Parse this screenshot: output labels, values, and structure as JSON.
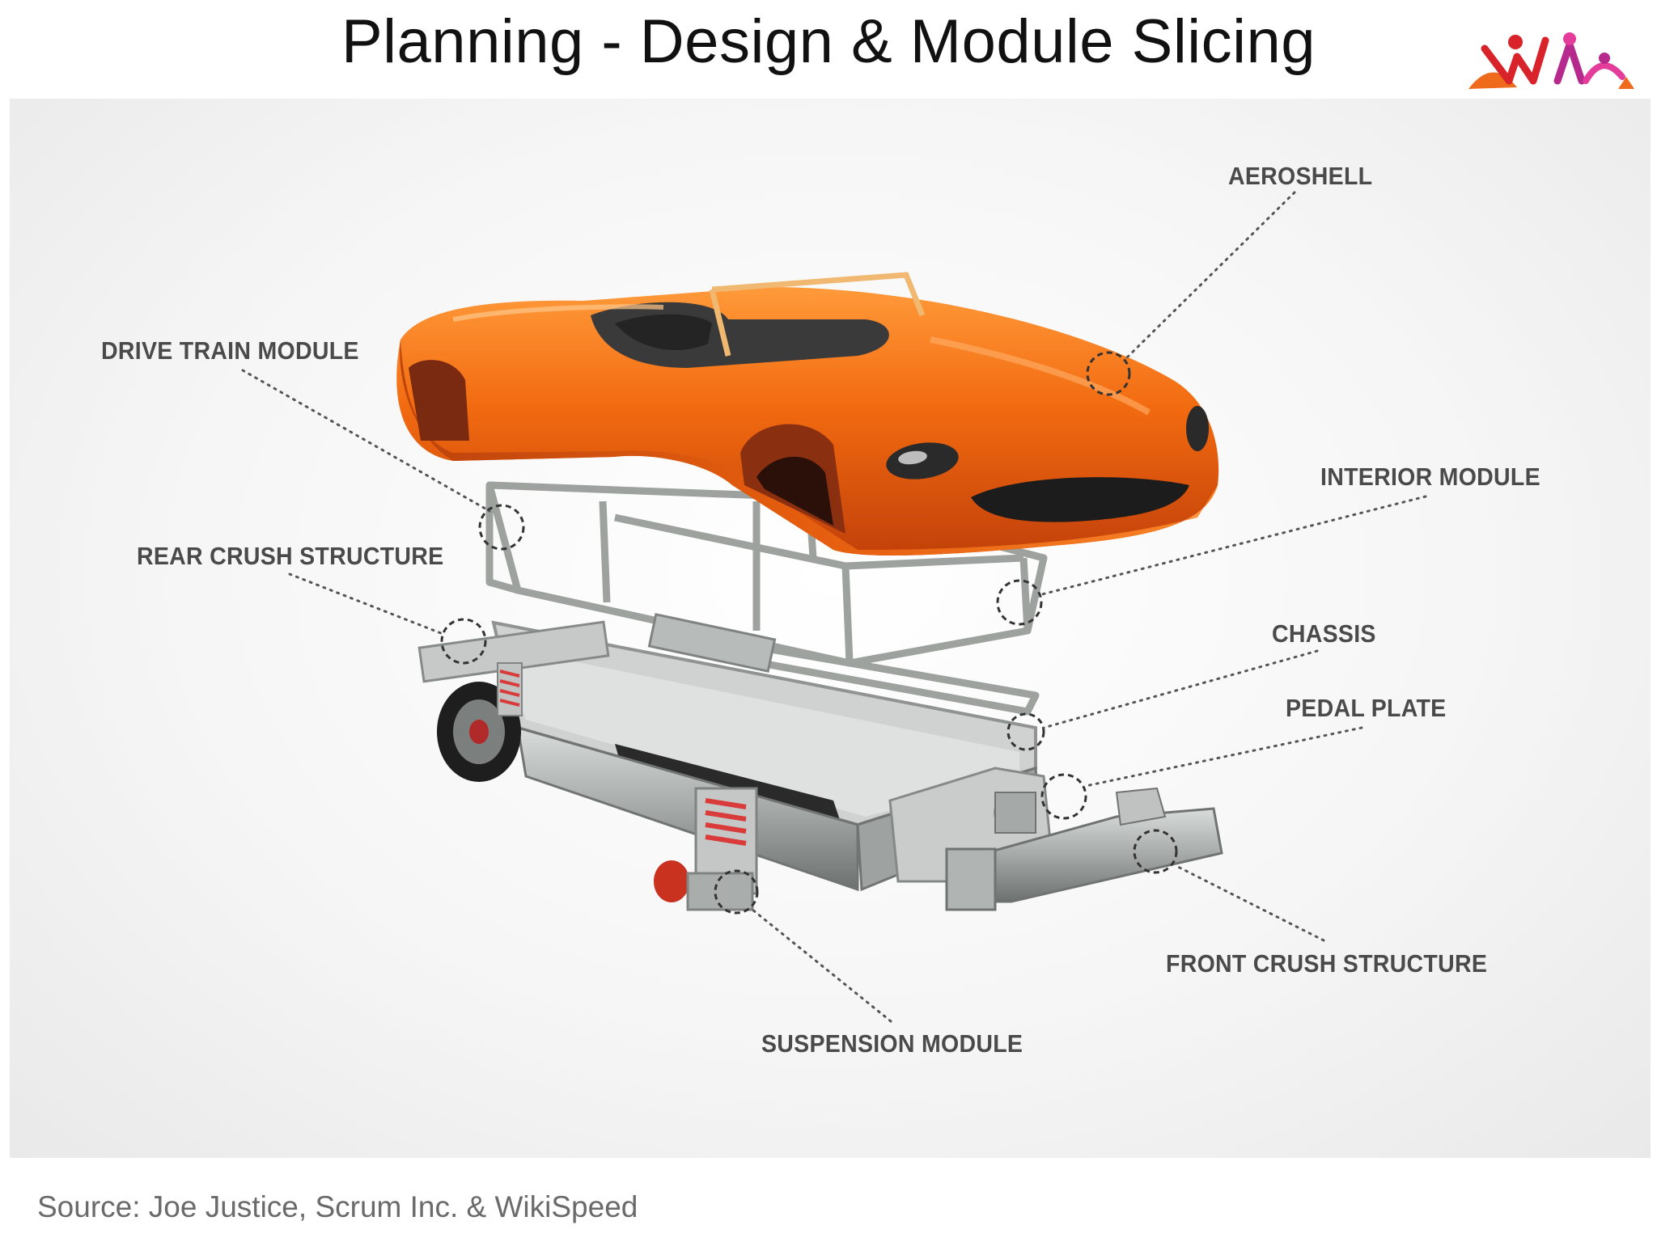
{
  "slide": {
    "title": "Planning - Design & Module Slicing",
    "source": "Source: Joe Justice, Scrum Inc. & WikiSpeed"
  },
  "labels": {
    "aeroshell": "AEROSHELL",
    "drive_train": "DRIVE TRAIN MODULE",
    "interior": "INTERIOR MODULE",
    "rear_crush": "REAR CRUSH STRUCTURE",
    "chassis": "CHASSIS",
    "pedal_plate": "PEDAL PLATE",
    "front_crush": "FRONT CRUSH STRUCTURE",
    "suspension": "SUSPENSION MODULE"
  },
  "colors": {
    "body_orange": "#f06a12",
    "label_gray": "#4a4a4a",
    "frame_gray": "#a8aca9"
  }
}
